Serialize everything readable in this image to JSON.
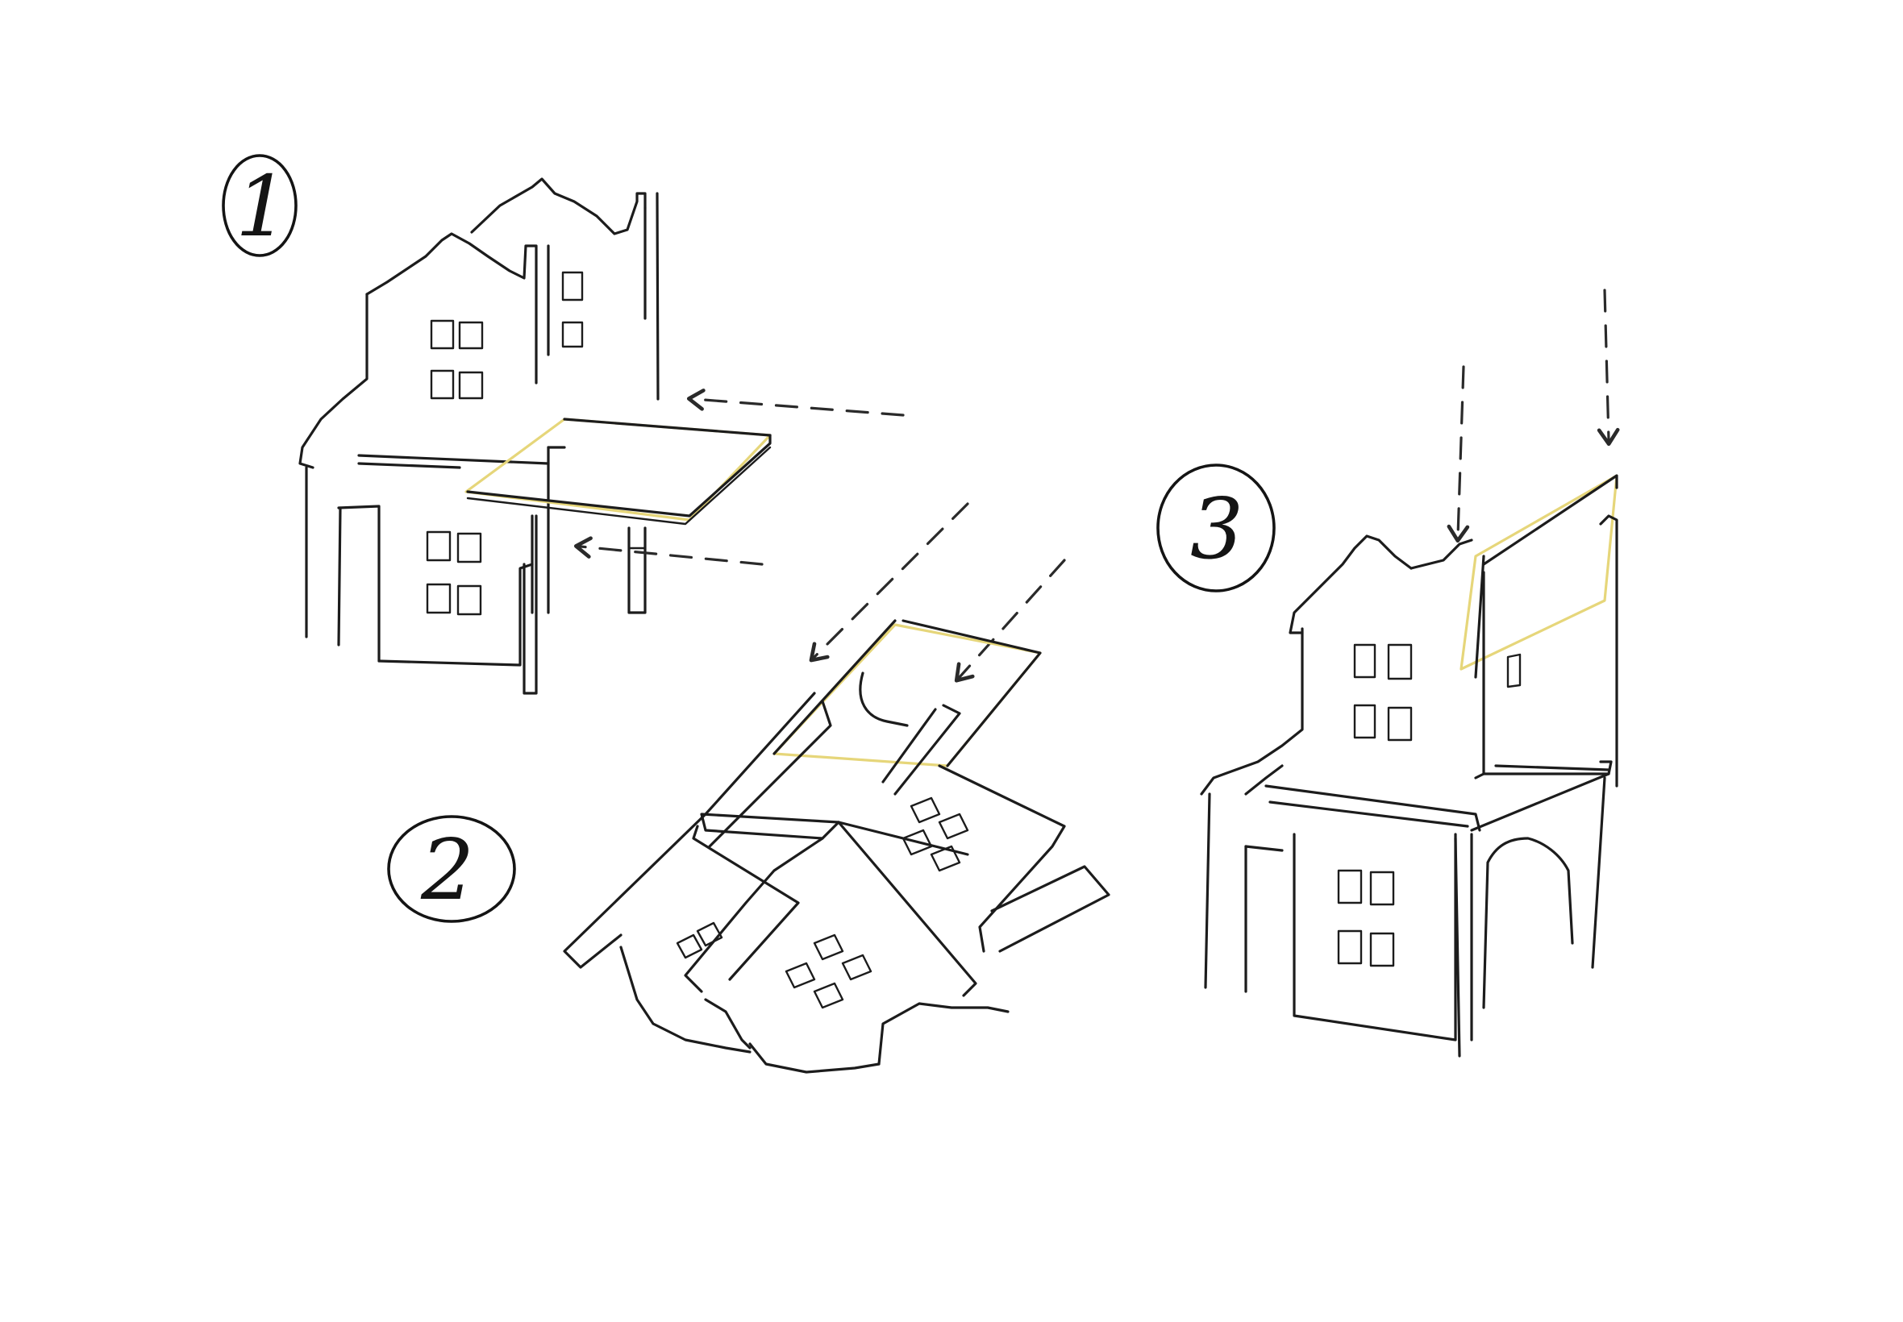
{
  "diagram": {
    "colors": {
      "ink": "#1c1c1c",
      "accent": "#e6d67a",
      "background": "#ffffff"
    },
    "steps": [
      {
        "id": "step-1",
        "label": "1"
      },
      {
        "id": "step-2",
        "label": "2"
      },
      {
        "id": "step-3",
        "label": "3"
      }
    ]
  }
}
